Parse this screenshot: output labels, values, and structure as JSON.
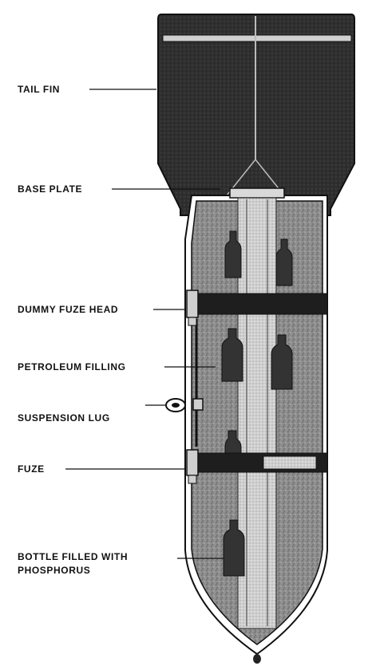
{
  "colors": {
    "fin_dark": "#2b2b2b",
    "casing_dark": "#3a3a3a",
    "filling_mid": "#9a9a9a",
    "filling_dark": "#5c5c5c",
    "outline": "#111111",
    "rim": "#ffffff",
    "bottle": "#3a3a3a",
    "fuze_light": "#d9d9d9"
  },
  "labels": {
    "tail_fin": "TAIL FIN",
    "base_plate": "BASE PLATE",
    "dummy_fuze_head": "DUMMY FUZE HEAD",
    "petroleum_filling": "PETROLEUM FILLING",
    "suspension_lug": "SUSPENSION LUG",
    "fuze": "FUZE",
    "bottle_line1": "BOTTLE FILLED WITH",
    "bottle_line2": "PHOSPHORUS"
  }
}
